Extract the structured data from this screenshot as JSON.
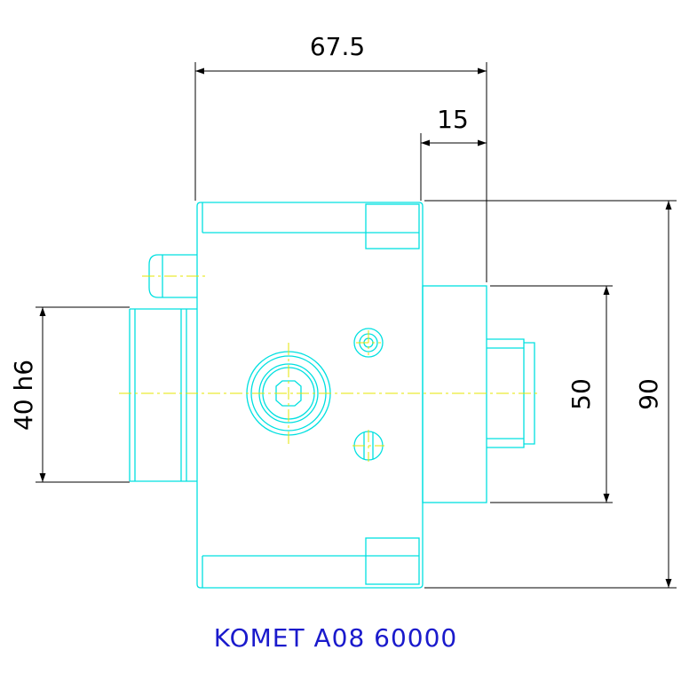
{
  "colors": {
    "part": "#00e0e0",
    "centerline": "#e6e600",
    "dimension": "#000000",
    "title": "#1a1acc"
  },
  "dimensions": {
    "overall_width": "67.5",
    "right_offset": "15",
    "left_shaft": "40 h6",
    "inner_height": "50",
    "overall_height": "90"
  },
  "title": "KOMET A08 60000"
}
